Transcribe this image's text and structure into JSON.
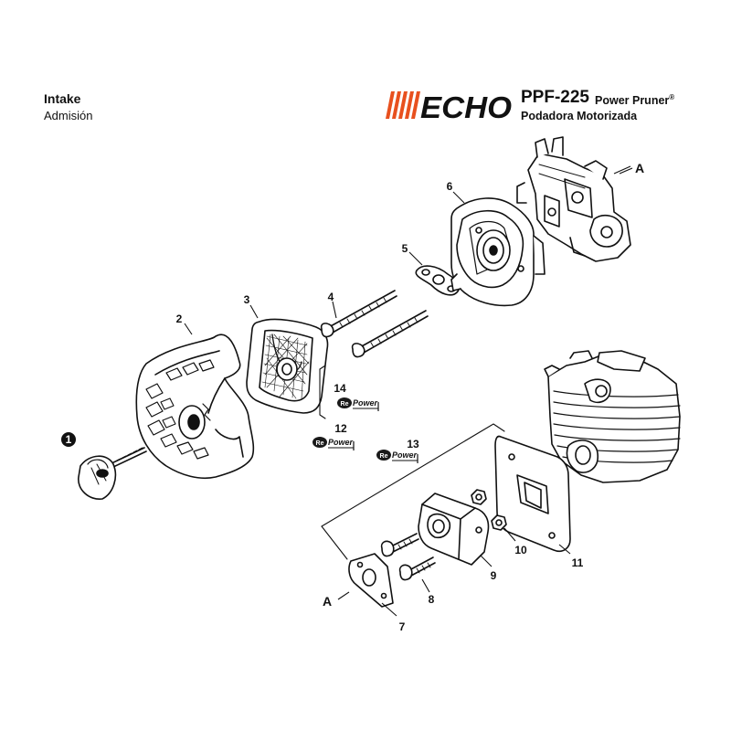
{
  "header": {
    "title_en": "Intake",
    "title_es": "Admisión",
    "brand": "ECHO",
    "model": "PPF-225",
    "product_en": "Power Pruner",
    "registered_mark": "®",
    "product_es": "Podadora Motorizada"
  },
  "colors": {
    "logo_stripes": "#e8501e",
    "line": "#111111",
    "fill": "#ffffff",
    "badge_dark": "#1a1a1a"
  },
  "callouts": [
    {
      "id": "1",
      "label": "1",
      "style": "circled"
    },
    {
      "id": "2",
      "label": "2"
    },
    {
      "id": "3",
      "label": "3"
    },
    {
      "id": "4",
      "label": "4"
    },
    {
      "id": "5",
      "label": "5"
    },
    {
      "id": "6",
      "label": "6"
    },
    {
      "id": "7",
      "label": "7"
    },
    {
      "id": "8",
      "label": "8"
    },
    {
      "id": "9",
      "label": "9"
    },
    {
      "id": "10",
      "label": "10"
    },
    {
      "id": "11",
      "label": "11"
    },
    {
      "id": "12",
      "label": "12"
    },
    {
      "id": "13",
      "label": "13"
    },
    {
      "id": "14",
      "label": "14"
    }
  ],
  "references": [
    {
      "id": "A-top",
      "label": "A"
    },
    {
      "id": "A-bottom",
      "label": "A"
    }
  ],
  "repower_badges": [
    {
      "id": "repower-14",
      "re": "Re",
      "text": "Power"
    },
    {
      "id": "repower-12",
      "re": "Re",
      "text": "Power"
    },
    {
      "id": "repower-13",
      "re": "Re",
      "text": "Power"
    }
  ]
}
